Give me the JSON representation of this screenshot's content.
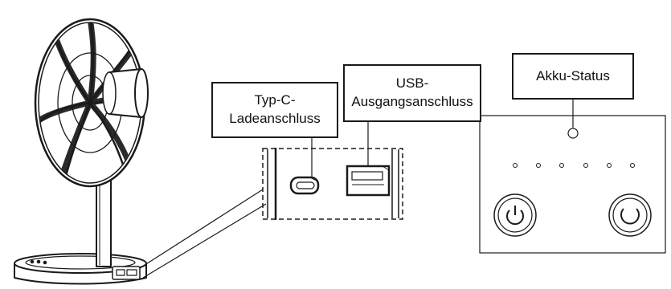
{
  "labels": {
    "typec_line1": "Typ-C-",
    "typec_line2": "Ladeanschluss",
    "usb_line1": "USB-",
    "usb_line2": "Ausgangsanschluss",
    "akku_status": "Akku-Status"
  },
  "colors": {
    "stroke": "#1a1a1a",
    "background": "#ffffff"
  },
  "icons": [
    "fan-drawing",
    "usb-c-port-icon",
    "usb-a-port-icon",
    "power-icon",
    "oscillation-icon"
  ]
}
